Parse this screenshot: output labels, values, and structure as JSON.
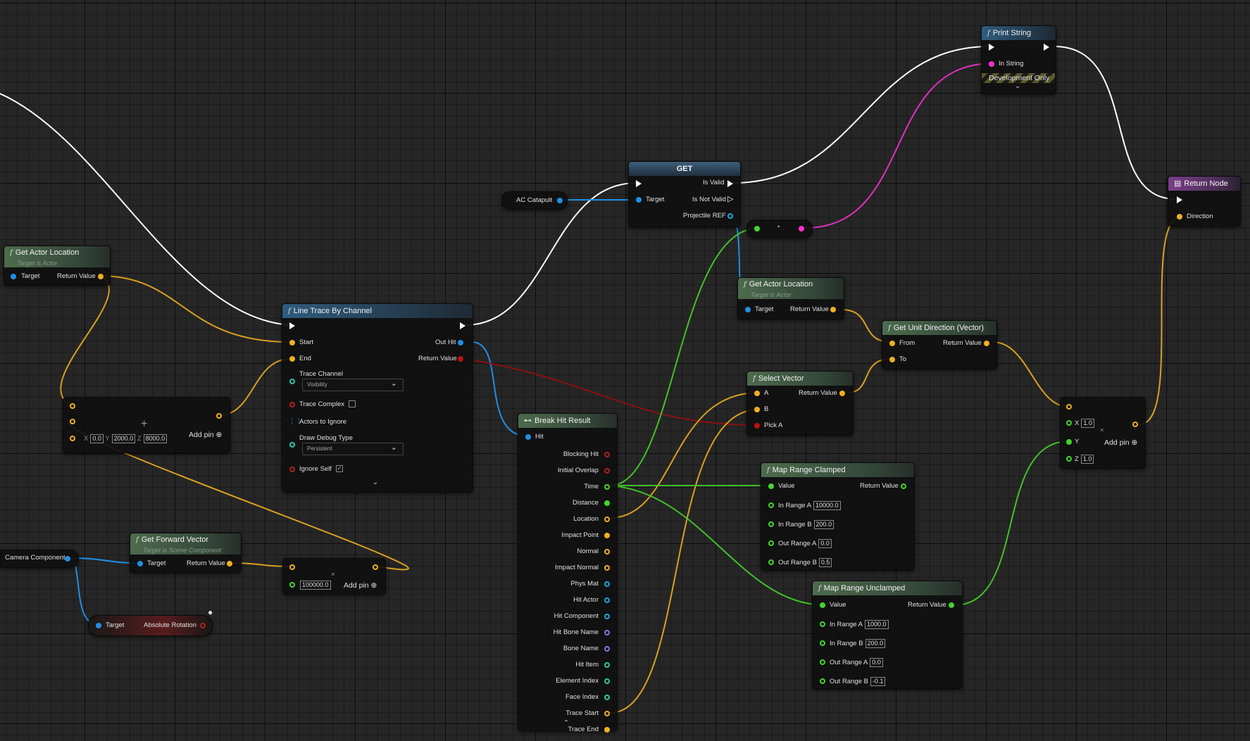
{
  "nodes": {
    "get_actor_location_1": {
      "title": "Get Actor Location",
      "subtitle": "Target is Actor",
      "target": "Target",
      "return_value": "Return Value"
    },
    "line_trace": {
      "title": "Line Trace By Channel",
      "start": "Start",
      "end": "End",
      "out_hit": "Out Hit",
      "return_value": "Return Value",
      "trace_channel_label": "Trace Channel",
      "trace_channel_value": "Visibility",
      "trace_complex": "Trace Complex",
      "actors_to_ignore": "Actors to Ignore",
      "draw_debug_type_label": "Draw Debug Type",
      "draw_debug_type_value": "Persistent",
      "ignore_self": "Ignore Self",
      "ignore_self_checked": true
    },
    "make_vector_add": {
      "x": "0.0",
      "y": "2000.0",
      "z": "8000.0",
      "x_label": "X",
      "y_label": "Y",
      "z_label": "Z",
      "add_pin": "Add pin"
    },
    "camera_component": {
      "label": "Camera Component"
    },
    "get_forward_vector": {
      "title": "Get Forward Vector",
      "subtitle": "Target is Scene Component",
      "target": "Target",
      "return_value": "Return Value"
    },
    "multiply_node": {
      "value": "100000.0",
      "add_pin": "Add pin"
    },
    "get_rotation": {
      "target": "Target",
      "output": "Absolute Rotation"
    },
    "ac_catapult": {
      "label": "AC Catapult"
    },
    "get_node": {
      "title": "GET",
      "target": "Target",
      "is_valid": "Is Valid",
      "is_not_valid": "Is Not Valid",
      "projectile_ref": "Projectile REF"
    },
    "print_string": {
      "title": "Print String",
      "in_string": "In String",
      "dev_only": "Development Only"
    },
    "return_node": {
      "title": "Return Node",
      "direction": "Direction"
    },
    "get_actor_location_2": {
      "title": "Get Actor Location",
      "subtitle": "Target is Actor",
      "target": "Target",
      "return_value": "Return Value"
    },
    "get_unit_direction": {
      "title": "Get Unit Direction (Vector)",
      "from": "From",
      "to": "To",
      "return_value": "Return Value"
    },
    "select_vector": {
      "title": "Select Vector",
      "a": "A",
      "b": "B",
      "pick_a": "Pick A",
      "return_value": "Return Value"
    },
    "break_hit_result": {
      "title": "Break Hit Result",
      "hit": "Hit",
      "outputs": [
        "Blocking Hit",
        "Initial Overlap",
        "Time",
        "Distance",
        "Location",
        "Impact Point",
        "Normal",
        "Impact Normal",
        "Phys Mat",
        "Hit Actor",
        "Hit Component",
        "Hit Bone Name",
        "Bone Name",
        "Hit Item",
        "Element Index",
        "Face Index",
        "Trace Start",
        "Trace End"
      ]
    },
    "map_range_clamped": {
      "title": "Map Range Clamped",
      "value": "Value",
      "return_value": "Return Value",
      "in_range_a_label": "In Range A",
      "in_range_a": "10000.0",
      "in_range_b_label": "In Range B",
      "in_range_b": "200.0",
      "out_range_a_label": "Out Range A",
      "out_range_a": "0.0",
      "out_range_b_label": "Out Range B",
      "out_range_b": "0.5"
    },
    "map_range_unclamped": {
      "title": "Map Range Unclamped",
      "value": "Value",
      "return_value": "Return Value",
      "in_range_a_label": "In Range A",
      "in_range_a": "1000.0",
      "in_range_b_label": "In Range B",
      "in_range_b": "200.0",
      "out_range_a_label": "Out Range A",
      "out_range_a": "0.0",
      "out_range_b_label": "Out Range B",
      "out_range_b": "-0.1"
    },
    "make_vector_right": {
      "x_label": "X",
      "x": "1.0",
      "y_label": "Y",
      "z_label": "Z",
      "z": "1.0",
      "add_pin": "Add pin"
    }
  },
  "colors": {
    "exec": "#ffffff",
    "vector": "#f0b020",
    "object": "#1f8fe6",
    "float": "#42d62a",
    "string": "#ff2fcf",
    "bool": "#c01010"
  }
}
